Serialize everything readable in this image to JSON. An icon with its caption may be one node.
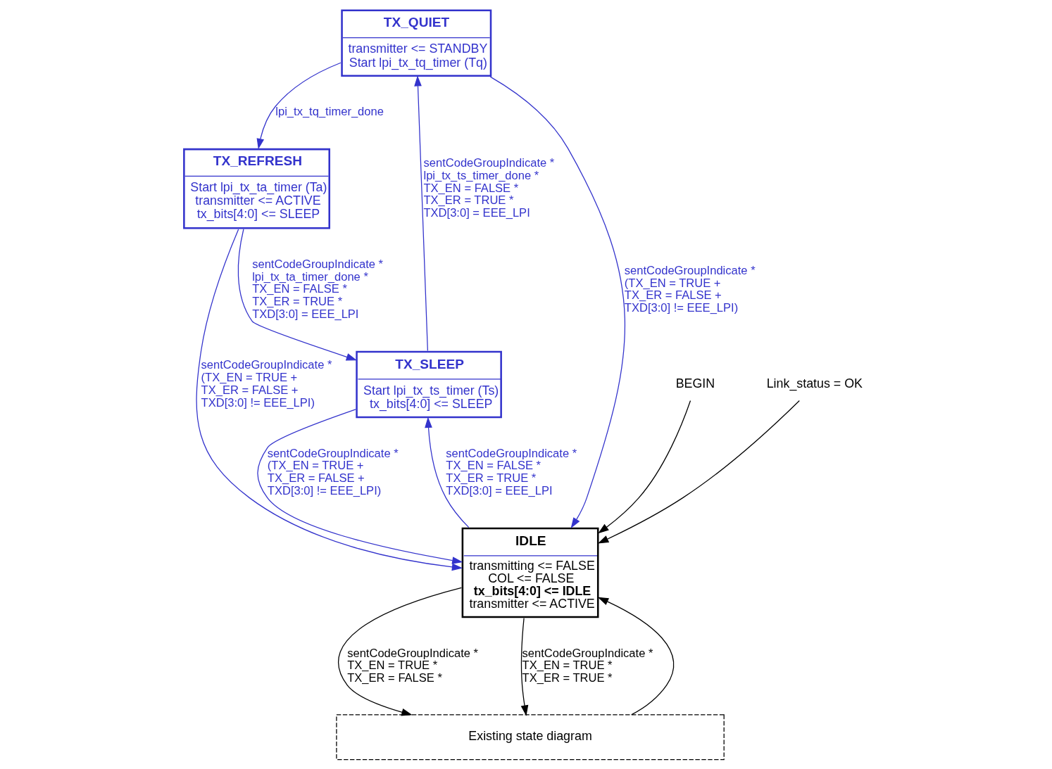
{
  "diagram": {
    "nodes": [
      {
        "text": [
          "TX_QUIET",
          "transmitter <= STANDBY",
          "Start lpi_tx_tq_timer (Tq)"
        ]
      },
      {
        "text": [
          "TX_SLEEP",
          "Start lpi_tx_ts_timer (Ts)",
          "tx_bits[4:0] <= SLEEP"
        ]
      },
      {
        "text": [
          "TX_REFRESH",
          "Start lpi_tx_ta_timer (Ta)",
          "transmitter <= ACTIVE",
          "tx_bits[4:0] <= SLEEP"
        ]
      },
      {
        "text": [
          "IDLE",
          "transmitting <= FALSE",
          "COL <= FALSE",
          "tx_bits[4:0] <= IDLE",
          "transmitter <= ACTIVE"
        ]
      },
      {
        "text": [
          "BEGIN"
        ]
      },
      {
        "text": [
          "Link_status = OK"
        ]
      },
      {
        "text": [
          "Existing state diagram"
        ]
      }
    ],
    "edges": [
      {
        "from": 1,
        "to": 0,
        "arrow": "to",
        "label": "sentCodeGroupIndicate * lpi_tx_ts_timer_done * TX_EN = FALSE * TX_ER = TRUE * TXD[3:0] = EEE_LPI"
      },
      {
        "from": 0,
        "to": 2,
        "arrow": "to",
        "label": "lpi_tx_tq_timer_done"
      },
      {
        "from": 0,
        "to": 3,
        "arrow": "to",
        "label": "sentCodeGroupIndicate * (TX_EN = TRUE + TX_ER = FALSE + TXD[3:0] != EEE_LPI)"
      },
      {
        "from": 2,
        "to": 1,
        "arrow": "to",
        "label": "sentCodeGroupIndicate * lpi_tx_ta_timer_done * TX_EN = FALSE * TX_ER = TRUE * TXD[3:0] = EEE_LPI"
      },
      {
        "from": 2,
        "to": 3,
        "arrow": "to",
        "label": "sentCodeGroupIndicate * (TX_EN = TRUE + TX_ER = FALSE + TXD[3:0] != EEE_LPI)"
      },
      {
        "from": 1,
        "to": 3,
        "arrow": "to",
        "label": "sentCodeGroupIndicate * (TX_EN = TRUE + TX_ER = FALSE + TXD[3:0] != EEE_LPI)"
      },
      {
        "from": 3,
        "to": 1,
        "arrow": "to",
        "label": "sentCodeGroupIndicate * TX_EN = FALSE * TX_ER = TRUE * TXD[3:0] = EEE_LPI"
      },
      {
        "from": 4,
        "to": 3,
        "arrow": "to",
        "color": "#000000"
      },
      {
        "from": 5,
        "to": 3,
        "arrow": "to",
        "color": "#000000"
      },
      {
        "from": 6,
        "to": 3,
        "arrow": "to",
        "color": "#000000"
      },
      {
        "from": 3,
        "to": 6,
        "arrow": "to",
        "color": "#000000",
        "label": "sentCodeGroupIndicate * TX_EN = TRUE * TX_ER = FALSE *"
      },
      {
        "from": 3,
        "to": 6,
        "arrow": "to",
        "color": "#000000",
        "label": "sentCodeGroupIndicate * TX_EN = TRUE * TX_ER = TRUE *"
      }
    ]
  }
}
